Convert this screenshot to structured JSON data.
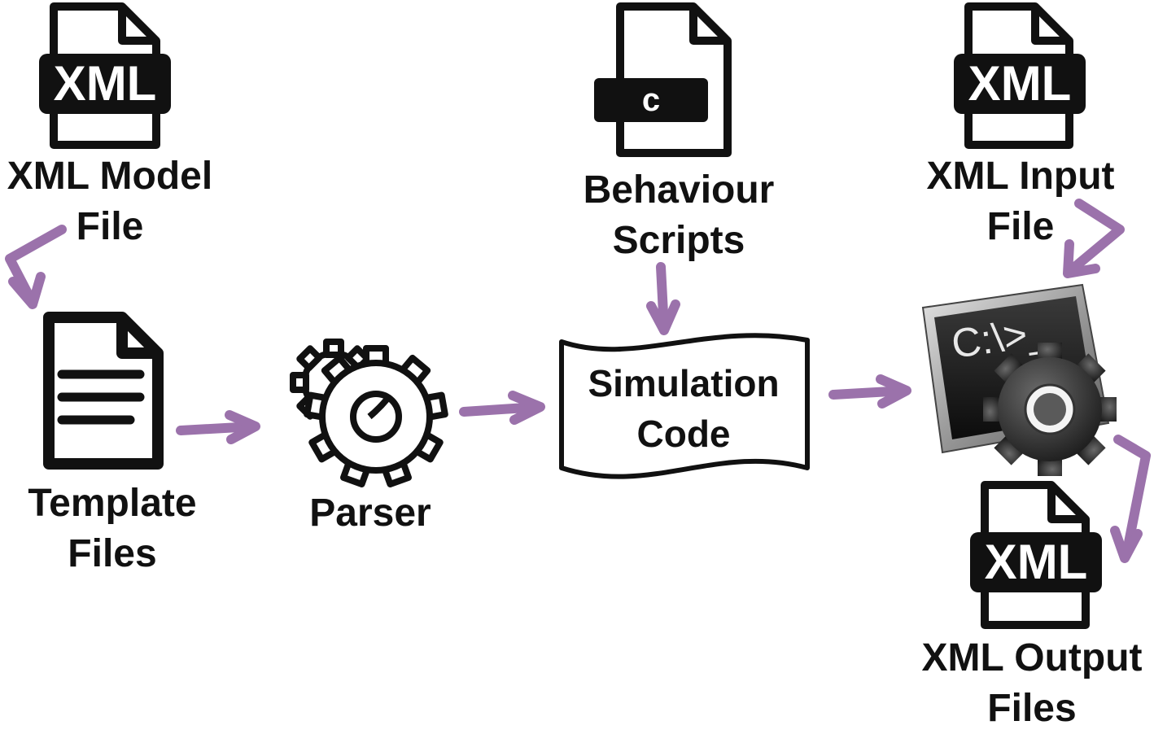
{
  "colors": {
    "arrow": "#9b72ab",
    "ink": "#111111",
    "paper": "#ffffff"
  },
  "nodes": {
    "xml_model": {
      "badge": "XML",
      "line1": "XML Model",
      "line2": "File",
      "icon": "xml-file-icon"
    },
    "template": {
      "line1": "Template",
      "line2": "Files",
      "icon": "document-lines-icon"
    },
    "parser": {
      "line1": "Parser",
      "icon": "gears-icon"
    },
    "behaviour": {
      "badge": "c",
      "line1": "Behaviour",
      "line2": "Scripts",
      "icon": "c-file-icon"
    },
    "simulation": {
      "line1": "Simulation",
      "line2": "Code",
      "icon": "wavy-document-shape"
    },
    "xml_input": {
      "badge": "XML",
      "line1": "XML Input",
      "line2": "File",
      "icon": "xml-file-icon"
    },
    "console": {
      "prompt": "C:\\>_",
      "icon": "console-gear-icon"
    },
    "xml_output": {
      "badge": "XML",
      "line1": "XML Output",
      "line2": "Files",
      "icon": "xml-file-icon"
    }
  },
  "edges": [
    {
      "from": "XML Model File",
      "to": "Template Files"
    },
    {
      "from": "Template Files",
      "to": "Parser"
    },
    {
      "from": "Parser",
      "to": "Simulation Code"
    },
    {
      "from": "Behaviour Scripts",
      "to": "Simulation Code"
    },
    {
      "from": "Simulation Code",
      "to": "Console"
    },
    {
      "from": "XML Input File",
      "to": "Console"
    },
    {
      "from": "Console",
      "to": "XML Output Files"
    }
  ]
}
